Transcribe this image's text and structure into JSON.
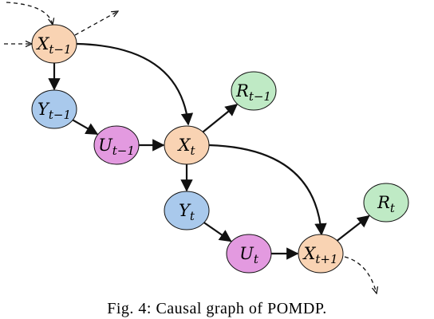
{
  "caption": "Fig. 4: Causal graph of POMDP.",
  "colors": {
    "state": "#f9d3b3",
    "observation": "#a9c9ec",
    "action": "#e39ae0",
    "reward": "#bfeac5",
    "stroke": "#111111"
  },
  "nodes": [
    {
      "id": "x_prev",
      "kind": "state",
      "main": "X",
      "sub": "t−1"
    },
    {
      "id": "y_prev",
      "kind": "observation",
      "main": "Y",
      "sub": "t−1"
    },
    {
      "id": "u_prev",
      "kind": "action",
      "main": "U",
      "sub": "t−1"
    },
    {
      "id": "x_t",
      "kind": "state",
      "main": "X",
      "sub": "t"
    },
    {
      "id": "r_prev",
      "kind": "reward",
      "main": "R",
      "sub": "t−1"
    },
    {
      "id": "y_t",
      "kind": "observation",
      "main": "Y",
      "sub": "t"
    },
    {
      "id": "u_t",
      "kind": "action",
      "main": "U",
      "sub": "t"
    },
    {
      "id": "x_next",
      "kind": "state",
      "main": "X",
      "sub": "t+1"
    },
    {
      "id": "r_t",
      "kind": "reward",
      "main": "R",
      "sub": "t"
    }
  ],
  "edges": [
    {
      "from": "x_prev",
      "to": "y_prev",
      "style": "solid"
    },
    {
      "from": "x_prev",
      "to": "x_t",
      "style": "solid"
    },
    {
      "from": "y_prev",
      "to": "u_prev",
      "style": "solid"
    },
    {
      "from": "u_prev",
      "to": "x_t",
      "style": "solid"
    },
    {
      "from": "x_t",
      "to": "r_prev",
      "style": "solid"
    },
    {
      "from": "x_t",
      "to": "y_t",
      "style": "solid"
    },
    {
      "from": "x_t",
      "to": "x_next",
      "style": "solid"
    },
    {
      "from": "y_t",
      "to": "u_t",
      "style": "solid"
    },
    {
      "from": "u_t",
      "to": "x_next",
      "style": "solid"
    },
    {
      "from": "x_next",
      "to": "r_t",
      "style": "solid"
    },
    {
      "from": "incoming-top",
      "to": "x_prev",
      "style": "dashed"
    },
    {
      "from": "incoming-left",
      "to": "x_prev",
      "style": "dashed"
    },
    {
      "from": "x_prev",
      "to": "outgoing-top",
      "style": "dashed"
    },
    {
      "from": "x_next",
      "to": "outgoing-bottom",
      "style": "dashed"
    }
  ]
}
